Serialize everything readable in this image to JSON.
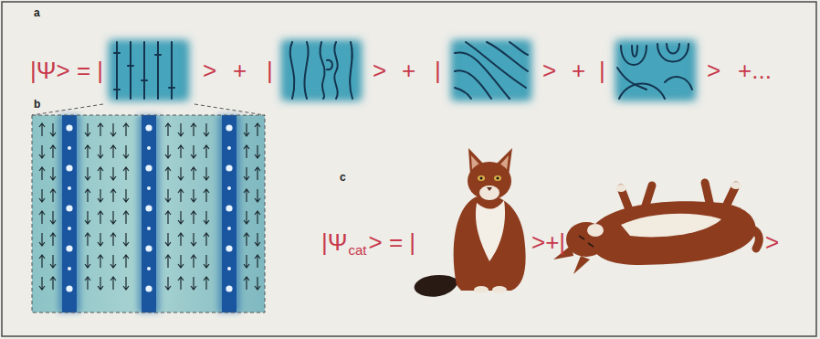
{
  "diagram": {
    "labels": [
      "a",
      "|Ψ> = |",
      ">",
      "+",
      "|",
      ">",
      "+",
      "|",
      ">",
      "+",
      "|",
      ">",
      "+...",
      "b",
      "c",
      "|Ψ",
      "cat",
      "> = |",
      ">+|",
      ">"
    ]
  }
}
